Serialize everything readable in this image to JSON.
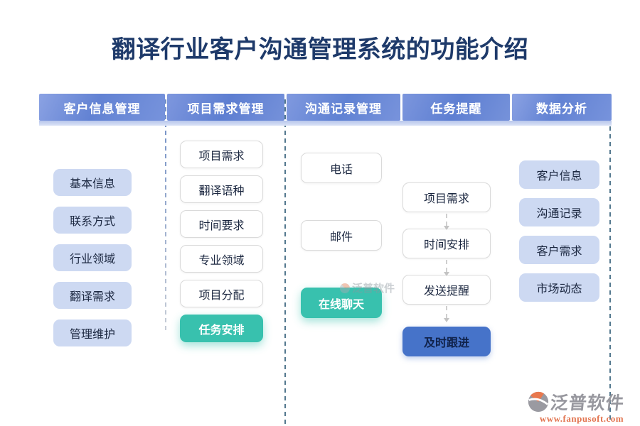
{
  "title": "翻译行业客户沟通管理系统的功能介绍",
  "colors": {
    "title_navy": "#1e3a6a",
    "header_blue": "#6282d3",
    "light_blue_box": "#cdd9f2",
    "teal_box": "#38c1ae",
    "blue_box": "#4673c9",
    "divider_slate": "#53788e",
    "url_orange": "#e2734e"
  },
  "columns": [
    {
      "header": "客户信息管理",
      "items": [
        {
          "label": "基本信息",
          "style": "light"
        },
        {
          "label": "联系方式",
          "style": "light"
        },
        {
          "label": "行业领域",
          "style": "light"
        },
        {
          "label": "翻译需求",
          "style": "light"
        },
        {
          "label": "管理维护",
          "style": "light"
        }
      ]
    },
    {
      "header": "项目需求管理",
      "items": [
        {
          "label": "项目需求",
          "style": "white"
        },
        {
          "label": "翻译语种",
          "style": "white"
        },
        {
          "label": "时间要求",
          "style": "white"
        },
        {
          "label": "专业领域",
          "style": "white"
        },
        {
          "label": "项目分配",
          "style": "white"
        },
        {
          "label": "任务安排",
          "style": "teal"
        }
      ]
    },
    {
      "header": "沟通记录管理",
      "items": [
        {
          "label": "电话",
          "style": "white"
        },
        {
          "label": "邮件",
          "style": "white"
        },
        {
          "label": "在线聊天",
          "style": "teal"
        }
      ]
    },
    {
      "header": "任务提醒",
      "items": [
        {
          "label": "项目需求",
          "style": "white",
          "arrow_after": true
        },
        {
          "label": "时间安排",
          "style": "white",
          "arrow_after": true
        },
        {
          "label": "发送提醒",
          "style": "white",
          "arrow_after": true
        },
        {
          "label": "及时跟进",
          "style": "blue"
        }
      ]
    },
    {
      "header": "数据分析",
      "items": [
        {
          "label": "客户信息",
          "style": "light"
        },
        {
          "label": "沟通记录",
          "style": "light"
        },
        {
          "label": "客户需求",
          "style": "light"
        },
        {
          "label": "市场动态",
          "style": "light"
        }
      ]
    }
  ],
  "watermark": {
    "brand": "泛普软件"
  },
  "logo": {
    "brand": "泛普软件",
    "url": "www.fanpusoft.com"
  }
}
